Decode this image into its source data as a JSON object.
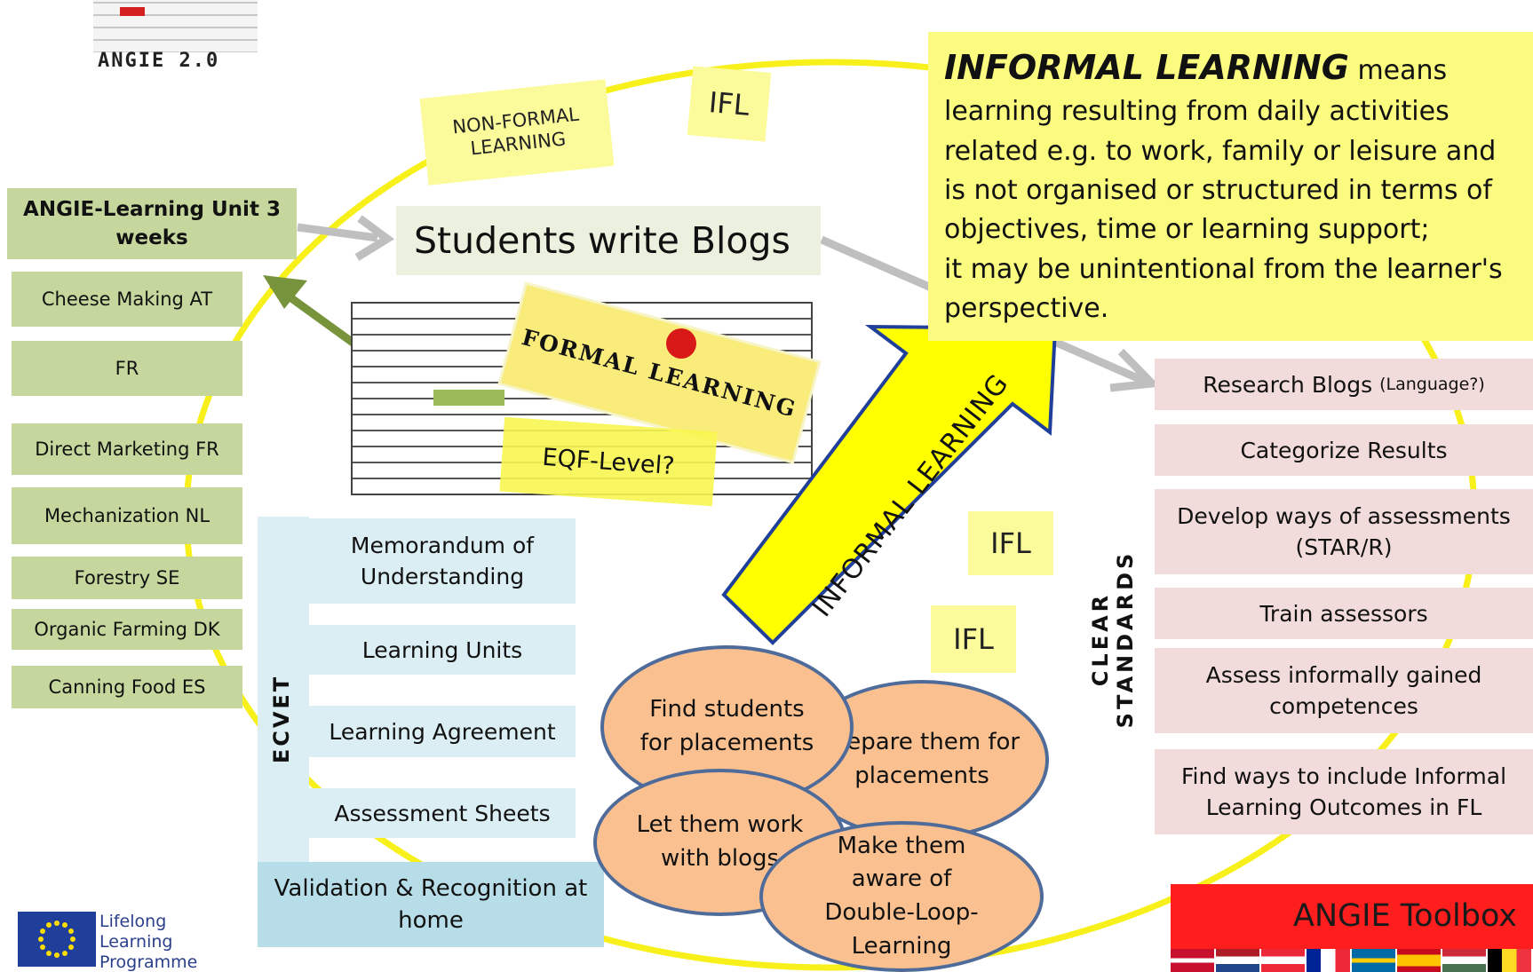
{
  "logo": {
    "text": "ANGIE 2.0"
  },
  "notes": {
    "non_formal": "NON-FORMAL LEARNING",
    "ifl_top": "IFL",
    "ifl_mid": "IFL",
    "ifl_low": "IFL"
  },
  "learning_unit": {
    "title": "ANGIE-Learning Unit 3 weeks",
    "items": [
      "Cheese Making AT",
      "FR",
      "Direct Marketing FR",
      "Mechanization NL",
      "Forestry SE",
      "Organic Farming DK",
      "Canning Food ES"
    ]
  },
  "students_blogs": "Students write Blogs",
  "formal_learning": "FORMAL LEARNING",
  "eqf_level": "EQF-Level?",
  "informal_arrow": "INFORMAL LEARNING",
  "ecvet": {
    "label": "ECVET",
    "items": [
      "Memorandum of Understanding",
      "Learning Units",
      "Learning Agreement",
      "Assessment Sheets"
    ],
    "validation": "Validation & Recognition at home"
  },
  "definition": {
    "term": "INFORMAL LEARNING",
    "lead": " means",
    "body": "learning resulting from daily activities related e.g. to work, family or leisure and is not organised or structured in terms of objectives, time or learning support;",
    "body2": "it may be unintentional from the learner's perspective."
  },
  "standards": {
    "label": "CLEAR STANDARDS",
    "research": "Research Blogs",
    "research_note": "(Language?)",
    "items": [
      "Categorize Results",
      "Develop ways of assessments (STAR/R)",
      "Train assessors",
      "Assess informally gained competences",
      "Find ways to include Informal Learning Outcomes in FL"
    ]
  },
  "ovals": [
    "Find students for placements",
    "Prepare them for placements",
    "Let them work with blogs",
    "Make them aware of Double-Loop-Learning"
  ],
  "toolbox": "ANGIE Toolbox",
  "eu_logo": {
    "text": "Lifelong Learning Programme"
  },
  "colors": {
    "circle": "#f7f01a",
    "gray_arrow": "#bfbfbf",
    "green_arrow": "#77933c",
    "informal_arrow_fill": "#ffff00",
    "informal_arrow_stroke": "#1f3f9a",
    "toolbox": "#ff1e1e"
  }
}
